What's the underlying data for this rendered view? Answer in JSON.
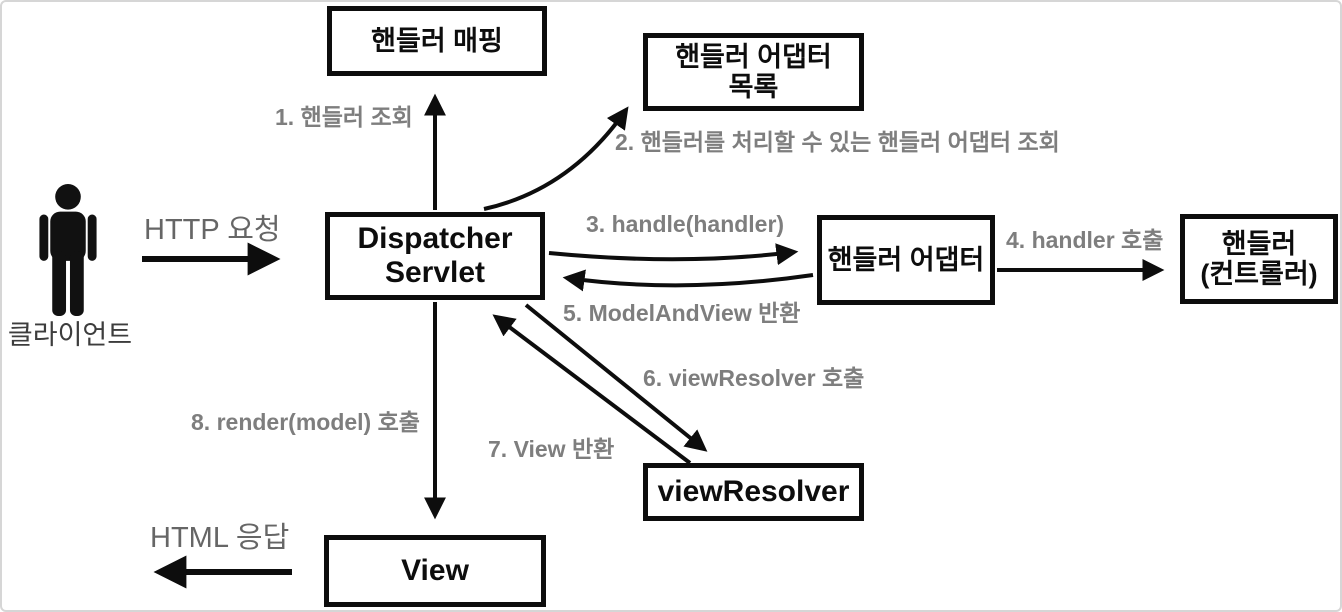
{
  "diagram_title": "Spring MVC DispatcherServlet flow",
  "actor": {
    "label": "클라이언트"
  },
  "nodes": {
    "handler_mapping": {
      "label": "핸들러 매핑"
    },
    "handler_adapter_list": {
      "line1": "핸들러 어댑터",
      "line2": "목록"
    },
    "dispatcher_servlet": {
      "line1": "Dispatcher",
      "line2": "Servlet"
    },
    "handler_adapter": {
      "label": "핸들러 어댑터"
    },
    "handler_controller": {
      "line1": "핸들러",
      "line2": "(컨트롤러)"
    },
    "view_resolver": {
      "label": "viewResolver"
    },
    "view": {
      "label": "View"
    }
  },
  "edges": {
    "http_request": "HTTP 요청",
    "html_response": "HTML 응답",
    "step1": "1. 핸들러 조회",
    "step2": "2. 핸들러를 처리할 수 있는 핸들러 어댑터 조회",
    "step3": "3. handle(handler)",
    "step4": "4. handler 호출",
    "step5": "5. ModelAndView 반환",
    "step6": "6. viewResolver 호출",
    "step7": "7. View 반환",
    "step8": "8. render(model) 호출"
  },
  "colors": {
    "box_border": "#0d0d0d",
    "arrow": "#0d0d0d",
    "step_label_gray": "#7e7e7e",
    "flow_label_gray": "#666666",
    "client_text": "#3d3d3d",
    "frame": "#d6d6d6",
    "background": "#ffffff"
  }
}
